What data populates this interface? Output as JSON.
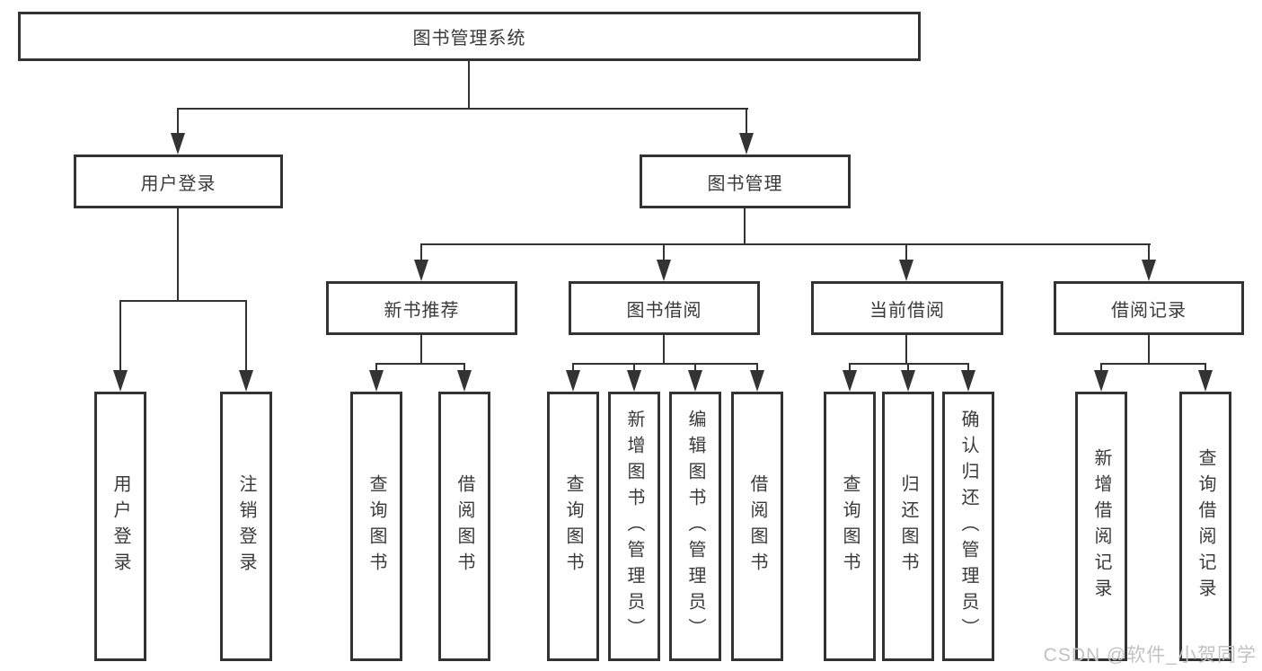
{
  "diagram": {
    "root": {
      "label": "图书管理系统"
    },
    "user_login": {
      "label": "用户登录",
      "children": [
        "用户登录",
        "注销登录"
      ]
    },
    "book_management": {
      "label": "图书管理",
      "sections": [
        {
          "label": "新书推荐",
          "children": [
            "查询图书",
            "借阅图书"
          ]
        },
        {
          "label": "图书借阅",
          "children": [
            "查询图书",
            "新增图书（管理员）",
            "编辑图书（管理员）",
            "借阅图书"
          ]
        },
        {
          "label": "当前借阅",
          "children": [
            "查询图书",
            "归还图书",
            "确认归还（管理员）"
          ]
        },
        {
          "label": "借阅记录",
          "children": [
            "新增借阅记录",
            "查询借阅记录"
          ]
        }
      ]
    }
  },
  "watermark": {
    "text": "CSDN @软件_小贺同学"
  },
  "colors": {
    "line": "#333333",
    "text": "#3a3a3a",
    "watermark": "#c2c2c2",
    "background": "#ffffff"
  }
}
